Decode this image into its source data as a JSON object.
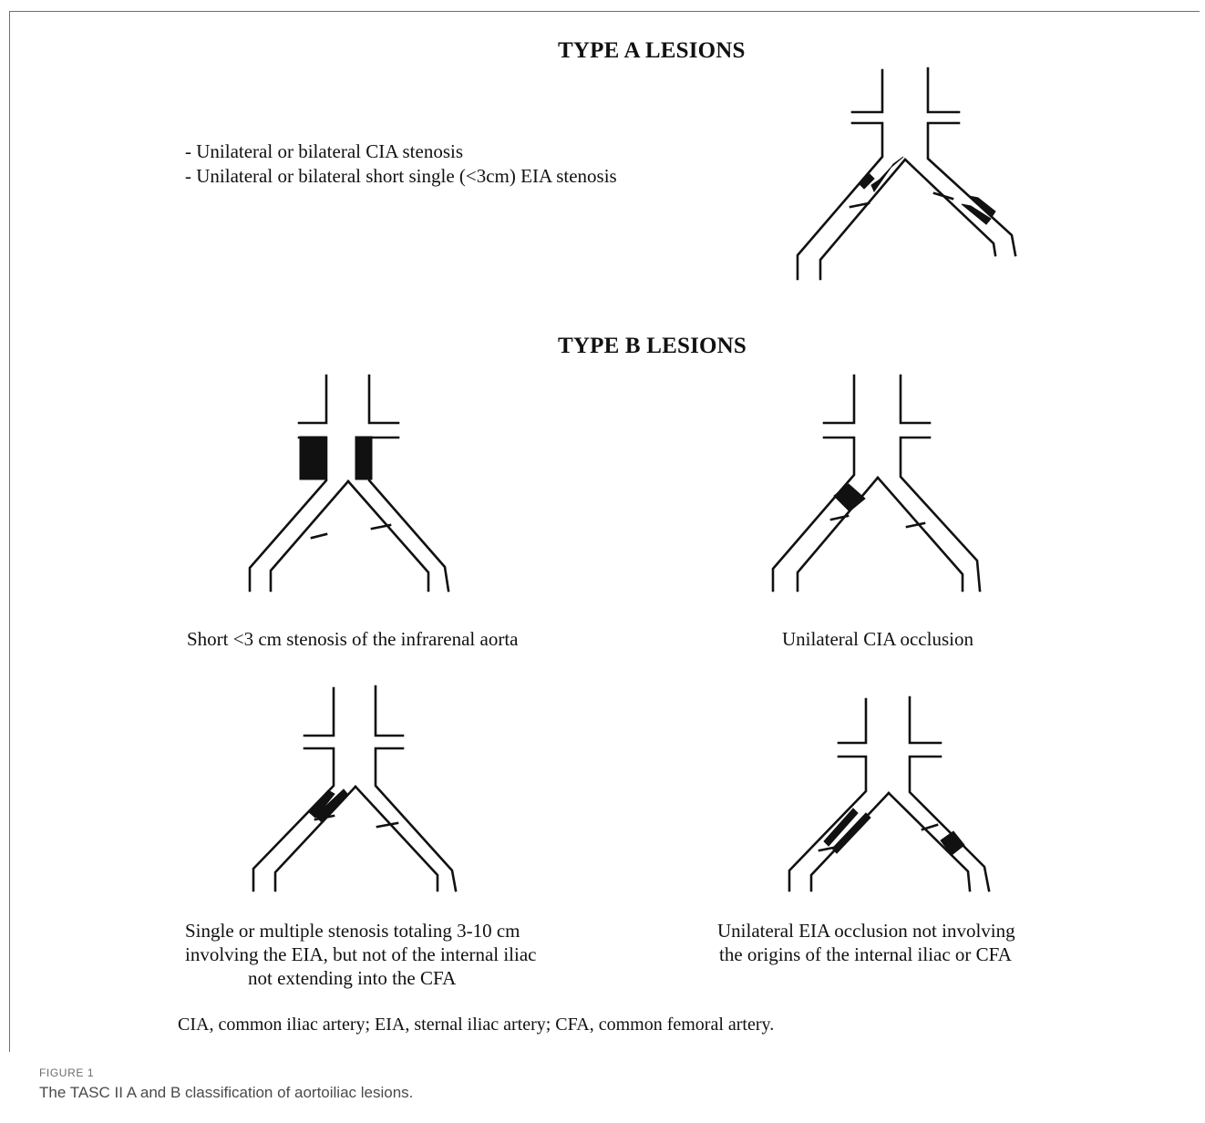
{
  "type_a": {
    "heading": "TYPE A LESIONS",
    "criteria": [
      "- Unilateral or bilateral CIA stenosis",
      "- Unilateral or bilateral short single (<3cm) EIA stenosis"
    ]
  },
  "type_b": {
    "heading": "TYPE B LESIONS",
    "panels": [
      {
        "caption_lines": [
          "Short <3 cm stenosis of the infrarenal aorta"
        ]
      },
      {
        "caption_lines": [
          "Unilateral CIA occlusion"
        ]
      },
      {
        "caption_lines": [
          "Single or multiple stenosis totaling 3-10 cm",
          "involving the EIA, but not of the internal iliac",
          "not extending into the CFA"
        ]
      },
      {
        "caption_lines": [
          "Unilateral EIA occlusion not involving",
          "the origins of the internal iliac or CFA"
        ]
      }
    ]
  },
  "abbreviations": "CIA, common iliac artery; EIA, sternal iliac artery; CFA, common femoral artery.",
  "figure_label": "FIGURE 1",
  "figure_caption": "The TASC II A and B classification of aortoiliac lesions.",
  "colors": {
    "ink": "#111111",
    "panel_border": "#6f6f6f",
    "caption_gray": "#4a4a4a"
  }
}
